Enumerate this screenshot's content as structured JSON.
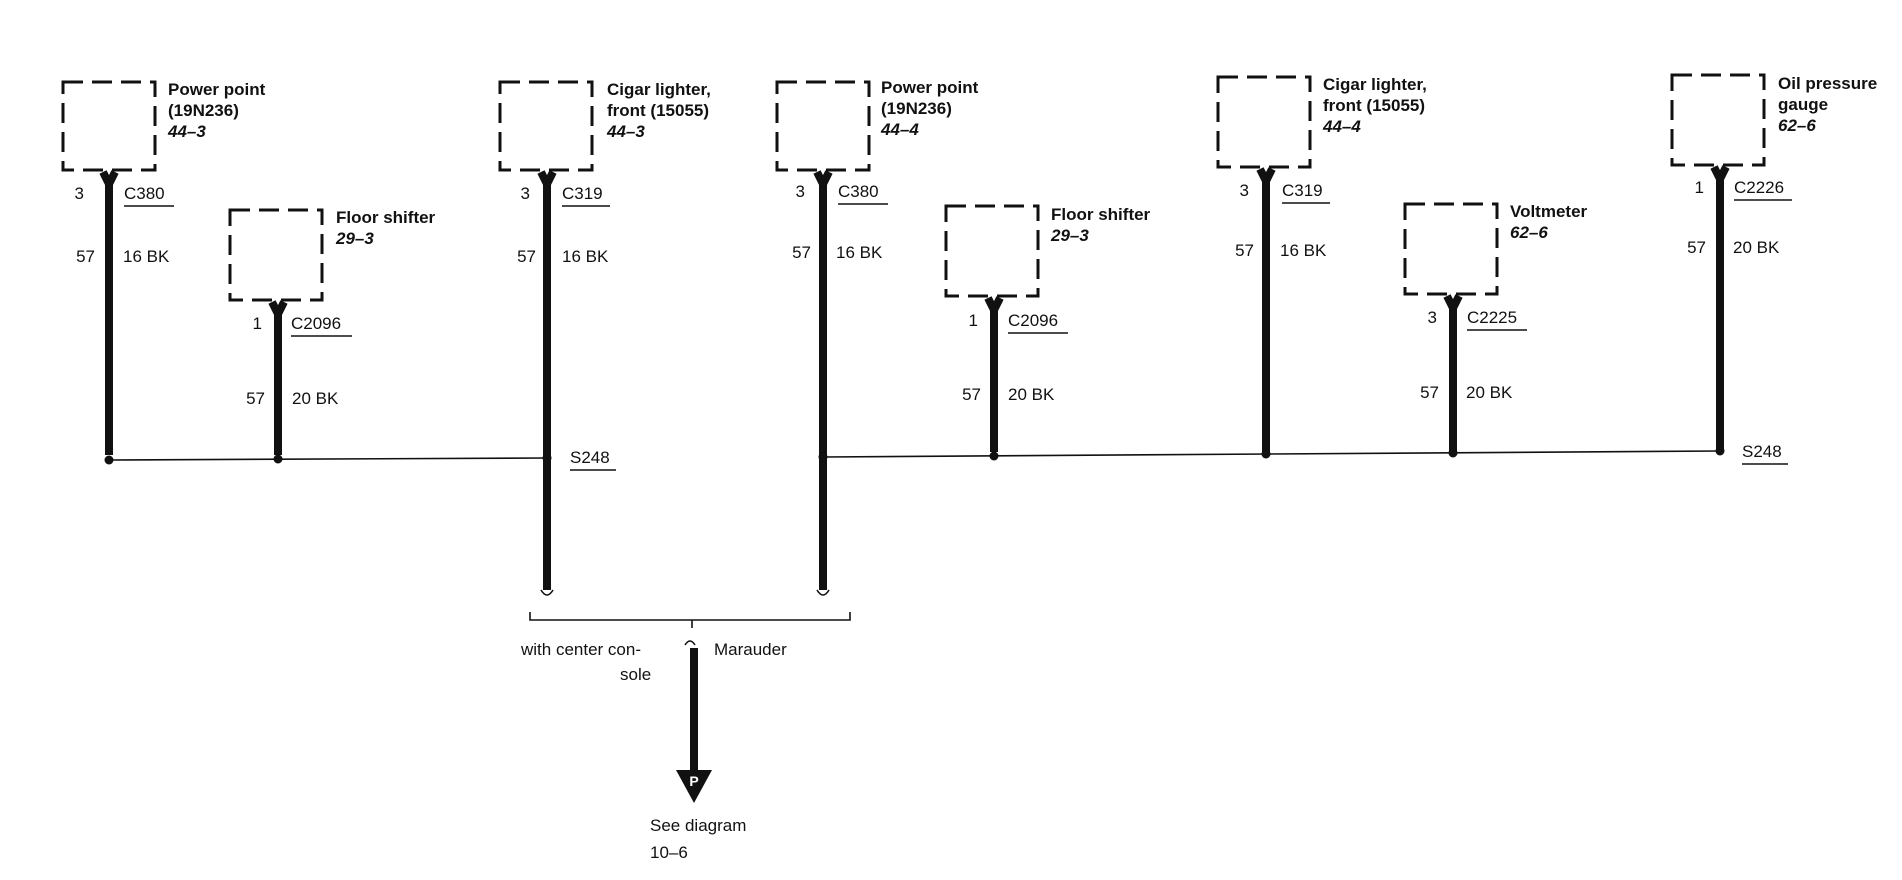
{
  "components": [
    {
      "id": "c1",
      "title_lines": [
        "Power point",
        "(19N236)"
      ],
      "ref": "44–3",
      "connector": "C380",
      "pin": "3",
      "circuit": "57",
      "wire": "16 BK"
    },
    {
      "id": "c2",
      "title_lines": [
        "Floor shifter"
      ],
      "ref": "29–3",
      "connector": "C2096",
      "pin": "1",
      "circuit": "57",
      "wire": "20 BK"
    },
    {
      "id": "c3",
      "title_lines": [
        "Cigar lighter,",
        "front (15055)"
      ],
      "ref": "44–3",
      "connector": "C319",
      "pin": "3",
      "circuit": "57",
      "wire": "16 BK"
    },
    {
      "id": "c4",
      "title_lines": [
        "Power point",
        "(19N236)"
      ],
      "ref": "44–4",
      "connector": "C380",
      "pin": "3",
      "circuit": "57",
      "wire": "16 BK"
    },
    {
      "id": "c5",
      "title_lines": [
        "Floor shifter"
      ],
      "ref": "29–3",
      "connector": "C2096",
      "pin": "1",
      "circuit": "57",
      "wire": "20 BK"
    },
    {
      "id": "c6",
      "title_lines": [
        "Cigar lighter,",
        "front (15055)"
      ],
      "ref": "44–4",
      "connector": "C319",
      "pin": "3",
      "circuit": "57",
      "wire": "16 BK"
    },
    {
      "id": "c7",
      "title_lines": [
        "Voltmeter"
      ],
      "ref": "62–6",
      "connector": "C2225",
      "pin": "3",
      "circuit": "57",
      "wire": "20 BK"
    },
    {
      "id": "c8",
      "title_lines": [
        "Oil pressure",
        "gauge"
      ],
      "ref": "62–6",
      "connector": "C2226",
      "pin": "1",
      "circuit": "57",
      "wire": "20 BK"
    }
  ],
  "splices": [
    {
      "id": "s1",
      "label": "S248"
    },
    {
      "id": "s2",
      "label": "S248"
    }
  ],
  "options": {
    "left_lines": [
      "with center con-",
      "sole"
    ],
    "right": "Marauder"
  },
  "ground": {
    "symbol_letter": "P",
    "text_lines": [
      "See diagram",
      "10–6"
    ]
  }
}
